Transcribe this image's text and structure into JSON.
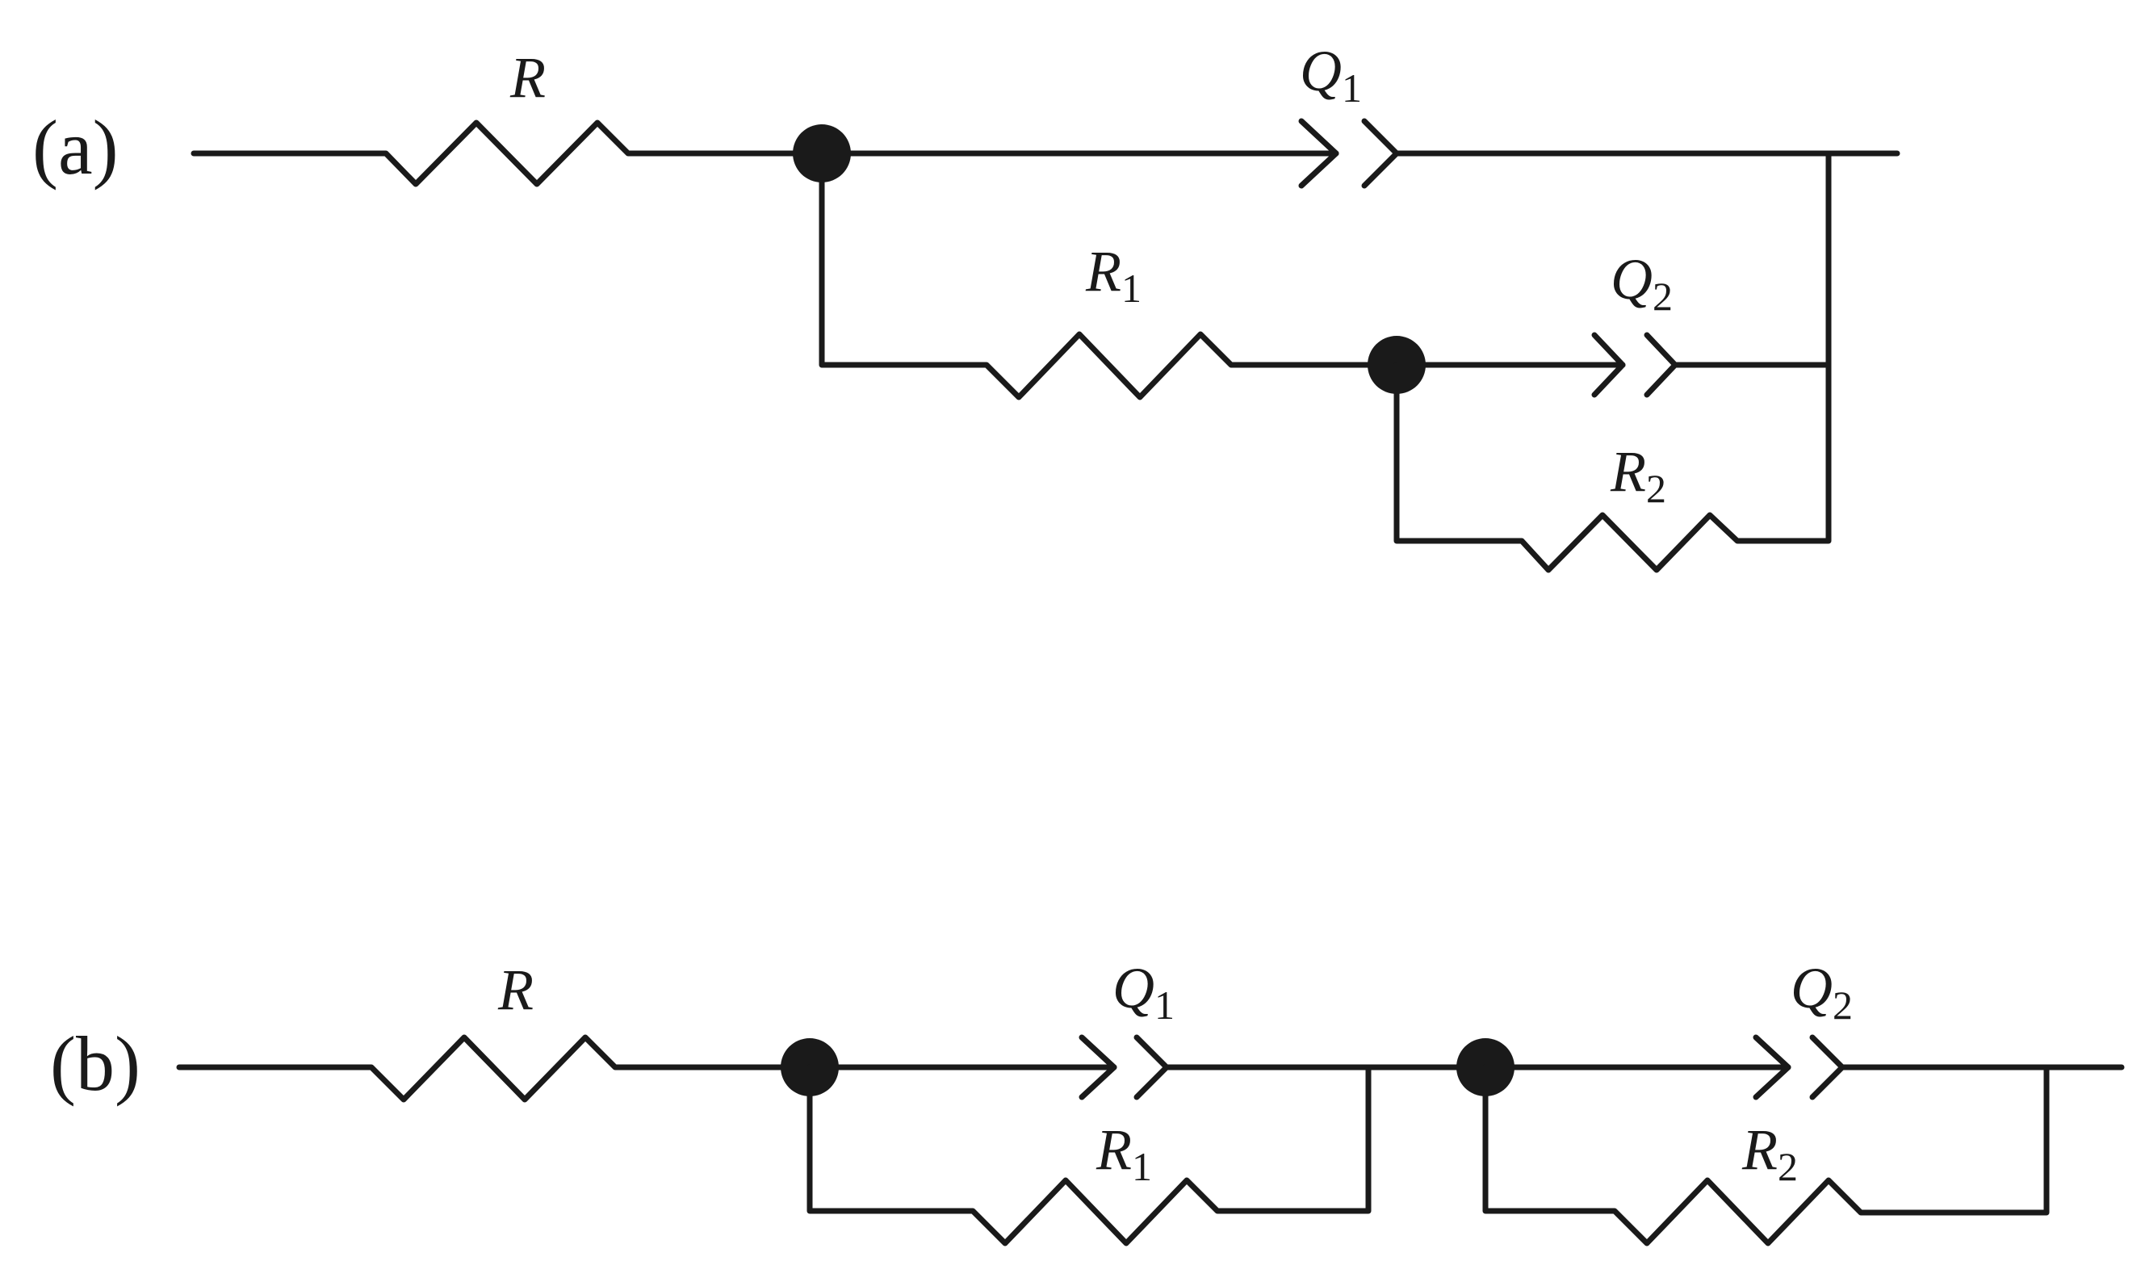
{
  "colors": {
    "wire": "#1a1a1a",
    "background": "#ffffff",
    "text": "#1a1a1a"
  },
  "panels": {
    "a": {
      "label": "(a)",
      "components": {
        "R": {
          "main": "R",
          "sub": ""
        },
        "Q1": {
          "main": "Q",
          "sub": "1"
        },
        "R1": {
          "main": "R",
          "sub": "1"
        },
        "Q2": {
          "main": "Q",
          "sub": "2"
        },
        "R2": {
          "main": "R",
          "sub": "2"
        }
      }
    },
    "b": {
      "label": "(b)",
      "components": {
        "R": {
          "main": "R",
          "sub": ""
        },
        "Q1": {
          "main": "Q",
          "sub": "1"
        },
        "R1": {
          "main": "R",
          "sub": "1"
        },
        "Q2": {
          "main": "Q",
          "sub": "2"
        },
        "R2": {
          "main": "R",
          "sub": "2"
        }
      }
    }
  }
}
